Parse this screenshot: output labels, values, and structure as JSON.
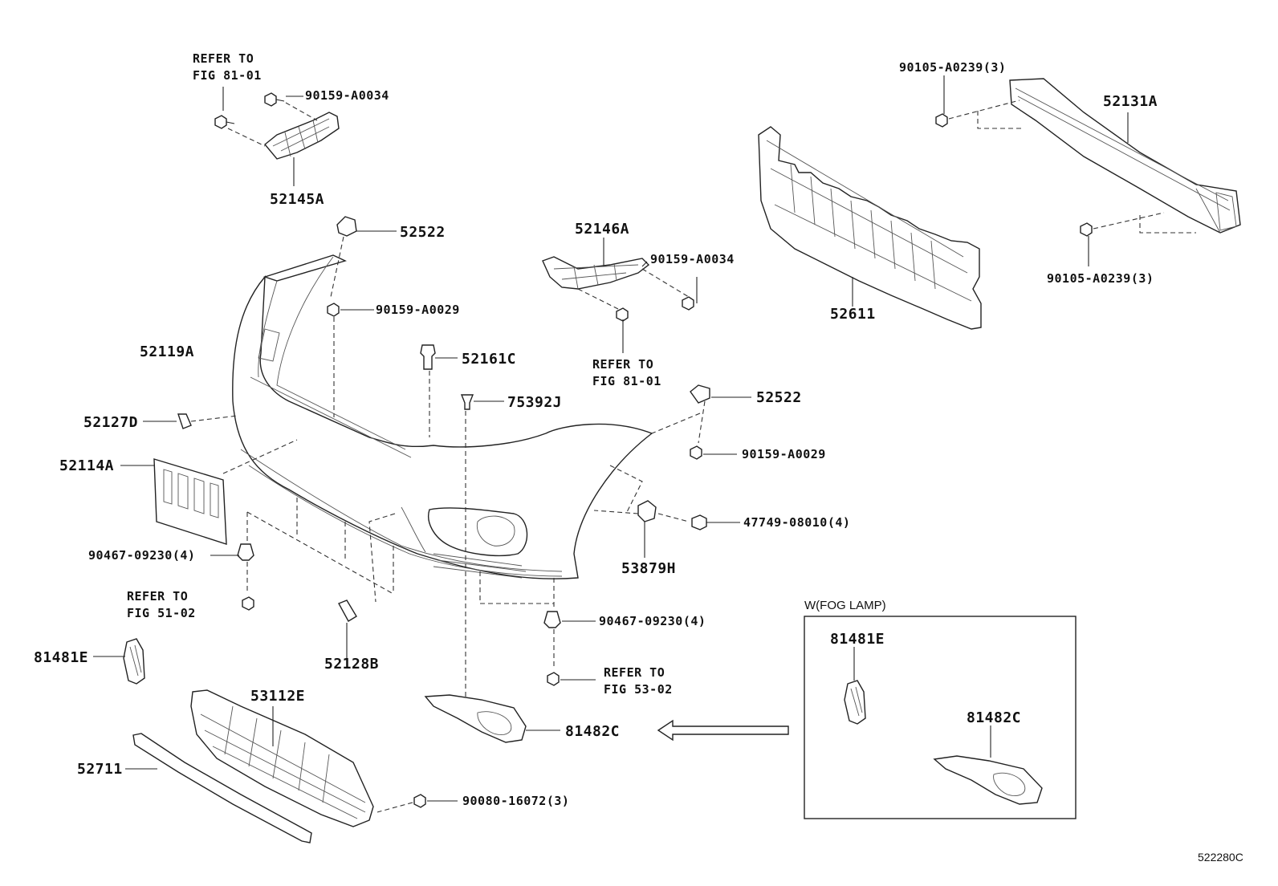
{
  "parts": {
    "p52145A": "52145A",
    "p90159_A0034_top": "90159-A0034",
    "p52522_top": "52522",
    "p90159_A0029_top": "90159-A0029",
    "p52119A": "52119A",
    "p52161C": "52161C",
    "p75392J": "75392J",
    "p52127D": "52127D",
    "p52114A": "52114A",
    "p90467_09230_left": "90467-09230(4)",
    "p81481E_left": "81481E",
    "p52128B": "52128B",
    "p53112E": "53112E",
    "p52711": "52711",
    "p90080_16072": "90080-16072(3)",
    "p81482C": "81482C",
    "p90467_09230_right": "90467-09230(4)",
    "p53879H": "53879H",
    "p47749_08010": "47749-08010(4)",
    "p90159_A0029_right": "90159-A0029",
    "p52522_right": "52522",
    "p52146A": "52146A",
    "p90159_A0034_mid": "90159-A0034",
    "p52611": "52611",
    "p90105_A0239_top": "90105-A0239(3)",
    "p52131A": "52131A",
    "p90105_A0239_bottom": "90105-A0239(3)",
    "inset_81481E": "81481E",
    "inset_81482C": "81482C"
  },
  "notes": {
    "refer_81_01_top": {
      "line1": "REFER TO",
      "line2": "FIG 81-01"
    },
    "refer_81_01_mid": {
      "line1": "REFER TO",
      "line2": "FIG 81-01"
    },
    "refer_51_02": {
      "line1": "REFER TO",
      "line2": "FIG 51-02"
    },
    "refer_53_02": {
      "line1": "REFER TO",
      "line2": "FIG 53-02"
    }
  },
  "inset": {
    "title": "W(FOG LAMP)"
  },
  "figure_number": "522280C"
}
